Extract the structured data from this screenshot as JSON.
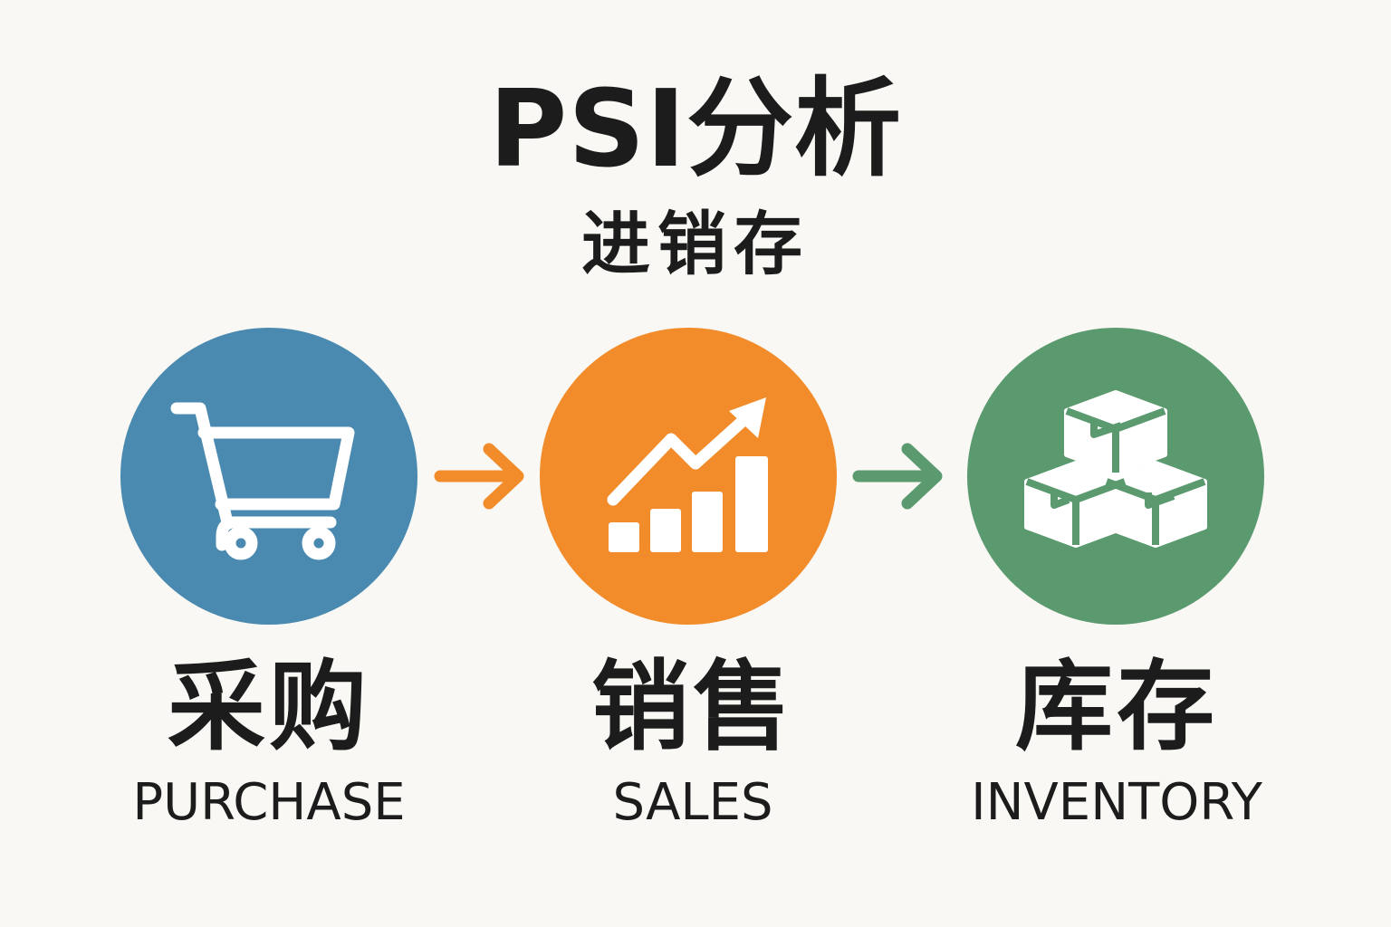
{
  "title": "PSI分析",
  "subtitle": "进销存",
  "colors": {
    "background": "#f9f8f4",
    "purchase": "#4a8ab0",
    "sales": "#f28c2b",
    "inventory": "#5a9a6e",
    "text": "#1c1c1c",
    "icon": "#ffffff"
  },
  "steps": [
    {
      "icon": "shopping-cart-icon",
      "label_cn": "采购",
      "label_en": "PURCHASE"
    },
    {
      "icon": "trending-bar-chart-icon",
      "label_cn": "销售",
      "label_en": "SALES"
    },
    {
      "icon": "stacked-boxes-icon",
      "label_cn": "库存",
      "label_en": "INVENTORY"
    }
  ],
  "arrows": [
    {
      "icon": "arrow-right-icon",
      "color": "#f28c2b"
    },
    {
      "icon": "arrow-right-icon",
      "color": "#5a9a6e"
    }
  ]
}
